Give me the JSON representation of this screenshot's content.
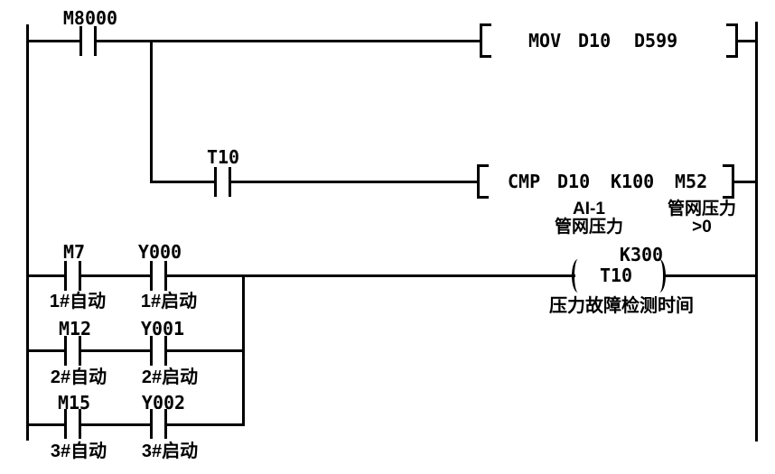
{
  "colors": {
    "wire": "#000000",
    "background": "#ffffff",
    "text": "#000000"
  },
  "ladder": {
    "rungs": [
      {
        "contacts": [
          {
            "name": "M8000"
          }
        ],
        "instruction": {
          "tokens": [
            "MOV",
            "D10",
            "D599"
          ]
        }
      },
      {
        "contacts": [
          {
            "name": "T10"
          }
        ],
        "instruction": {
          "tokens": [
            "CMP",
            "D10",
            "K100",
            "M52"
          ]
        },
        "operand_comments": [
          {
            "line1": "AI-1",
            "line2": "管网压力"
          },
          {
            "line1": "管网压力",
            "line2": ">0"
          }
        ]
      },
      {
        "branches": [
          {
            "contacts": [
              {
                "name": "M7",
                "comment": "1#自动"
              },
              {
                "name": "Y000",
                "comment": "1#启动"
              }
            ]
          },
          {
            "contacts": [
              {
                "name": "M12",
                "comment": "2#自动"
              },
              {
                "name": "Y001",
                "comment": "2#启动"
              }
            ]
          },
          {
            "contacts": [
              {
                "name": "M15",
                "comment": "3#自动"
              },
              {
                "name": "Y002",
                "comment": "3#启动"
              }
            ]
          }
        ],
        "coil": {
          "preset": "K300",
          "name": "T10",
          "comment": "压力故障检测时间"
        }
      }
    ]
  }
}
